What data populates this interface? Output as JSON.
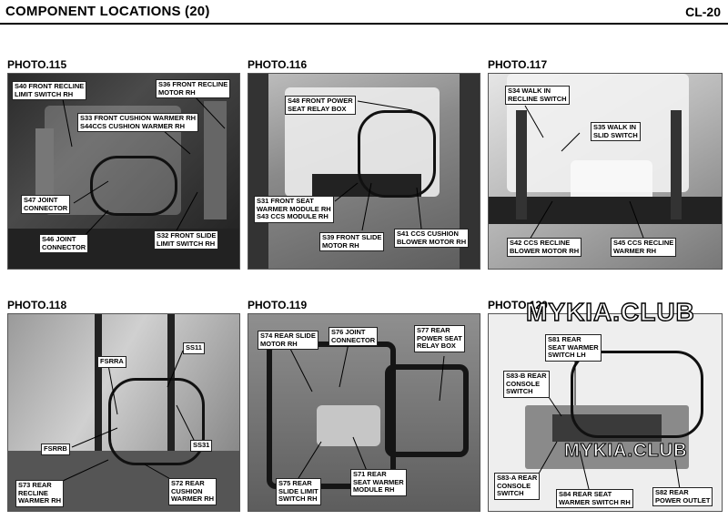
{
  "header": {
    "title": "COMPONENT LOCATIONS (20)",
    "page": "CL-20"
  },
  "watermark": {
    "text": "MYKIA.CLUB",
    "small": "MYKIA.CLUB"
  },
  "photos": [
    {
      "label": "PHOTO.115",
      "callouts": [
        "S40 FRONT RECLINE\nLIMIT SWITCH RH",
        "S36 FRONT RECLINE\nMOTOR RH",
        "S33 FRONT CUSHION WARMER RH\nS44CCS CUSHION WARMER RH",
        "S47 JOINT\nCONNECTOR",
        "S46 JOINT\nCONNECTOR",
        "S32 FRONT SLIDE\nLIMIT SWITCH RH"
      ]
    },
    {
      "label": "PHOTO.116",
      "callouts": [
        "S48 FRONT POWER\nSEAT RELAY BOX",
        "S31 FRONT SEAT\nWARMER MODULE RH\nS43 CCS MODULE RH",
        "S39 FRONT SLIDE\nMOTOR RH",
        "S41 CCS CUSHION\nBLOWER MOTOR RH"
      ]
    },
    {
      "label": "PHOTO.117",
      "callouts": [
        "S34 WALK IN\nRECLINE SWITCH",
        "S35 WALK IN\nSLID SWITCH",
        "S42 CCS RECLINE\nBLOWER MOTOR RH",
        "S45 CCS RECLINE\nWARMER RH"
      ]
    },
    {
      "label": "PHOTO.118",
      "callouts": [
        "FSRRA",
        "SS11",
        "FSRRB",
        "SS31",
        "S73 REAR\nRECLINE\nWARMER RH",
        "S72 REAR\nCUSHION\nWARMER RH"
      ]
    },
    {
      "label": "PHOTO.119",
      "callouts": [
        "S74 REAR SLIDE\nMOTOR RH",
        "S76 JOINT\nCONNECTOR",
        "S77 REAR\nPOWER SEAT\nRELAY BOX",
        "S75 REAR\nSLIDE LIMIT\nSWITCH RH",
        "S71 REAR\nSEAT WARMER\nMODULE RH"
      ]
    },
    {
      "label": "PHOTO.120",
      "callouts": [
        "S81 REAR\nSEAT WARMER\nSWITCH LH",
        "S83-B REAR\nCONSOLE\nSWITCH",
        "S83-A REAR\nCONSOLE\nSWITCH",
        "S84 REAR SEAT\nWARMER SWITCH RH",
        "S82 REAR\nPOWER OUTLET"
      ]
    }
  ]
}
